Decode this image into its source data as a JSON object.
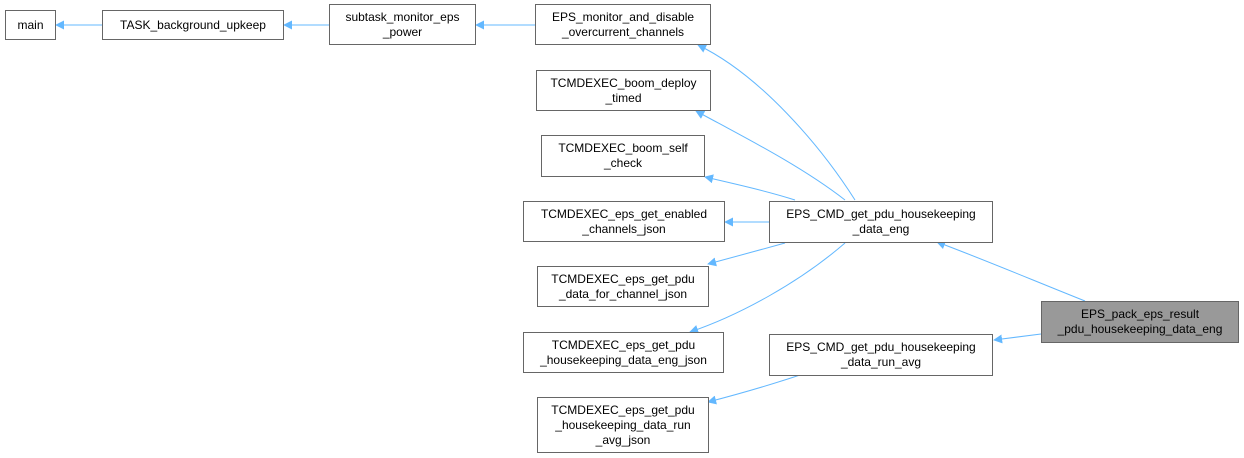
{
  "theme": {
    "edge_color": "#63b8ff",
    "node_border": "#666666",
    "node_fill": "#ffffff",
    "highlight_fill": "#999999"
  },
  "nodes": {
    "main": {
      "lines": [
        "main"
      ]
    },
    "task_background_upkeep": {
      "lines": [
        "TASK_background_upkeep"
      ]
    },
    "subtask_monitor_eps_power": {
      "lines": [
        "subtask_monitor_eps",
        "_power"
      ]
    },
    "eps_monitor_and_disable": {
      "lines": [
        "EPS_monitor_and_disable",
        "_overcurrent_channels"
      ]
    },
    "tcmdexec_boom_deploy_timed": {
      "lines": [
        "TCMDEXEC_boom_deploy",
        "_timed"
      ]
    },
    "tcmdexec_boom_self_check": {
      "lines": [
        "TCMDEXEC_boom_self",
        "_check"
      ]
    },
    "tcmdexec_eps_get_enabled_channels_json": {
      "lines": [
        "TCMDEXEC_eps_get_enabled",
        "_channels_json"
      ]
    },
    "tcmdexec_eps_get_pdu_data_for_channel_json": {
      "lines": [
        "TCMDEXEC_eps_get_pdu",
        "_data_for_channel_json"
      ]
    },
    "tcmdexec_eps_get_pdu_housekeeping_data_eng_json": {
      "lines": [
        "TCMDEXEC_eps_get_pdu",
        "_housekeeping_data_eng_json"
      ]
    },
    "tcmdexec_eps_get_pdu_housekeeping_data_run_avg_json": {
      "lines": [
        "TCMDEXEC_eps_get_pdu",
        "_housekeeping_data_run",
        "_avg_json"
      ]
    },
    "eps_cmd_get_pdu_housekeeping_data_eng": {
      "lines": [
        "EPS_CMD_get_pdu_housekeeping",
        "_data_eng"
      ]
    },
    "eps_cmd_get_pdu_housekeeping_data_run_avg": {
      "lines": [
        "EPS_CMD_get_pdu_housekeeping",
        "_data_run_avg"
      ]
    },
    "eps_pack_eps_result_pdu_housekeeping_data_eng": {
      "lines": [
        "EPS_pack_eps_result",
        "_pdu_housekeeping_data_eng"
      ]
    }
  }
}
